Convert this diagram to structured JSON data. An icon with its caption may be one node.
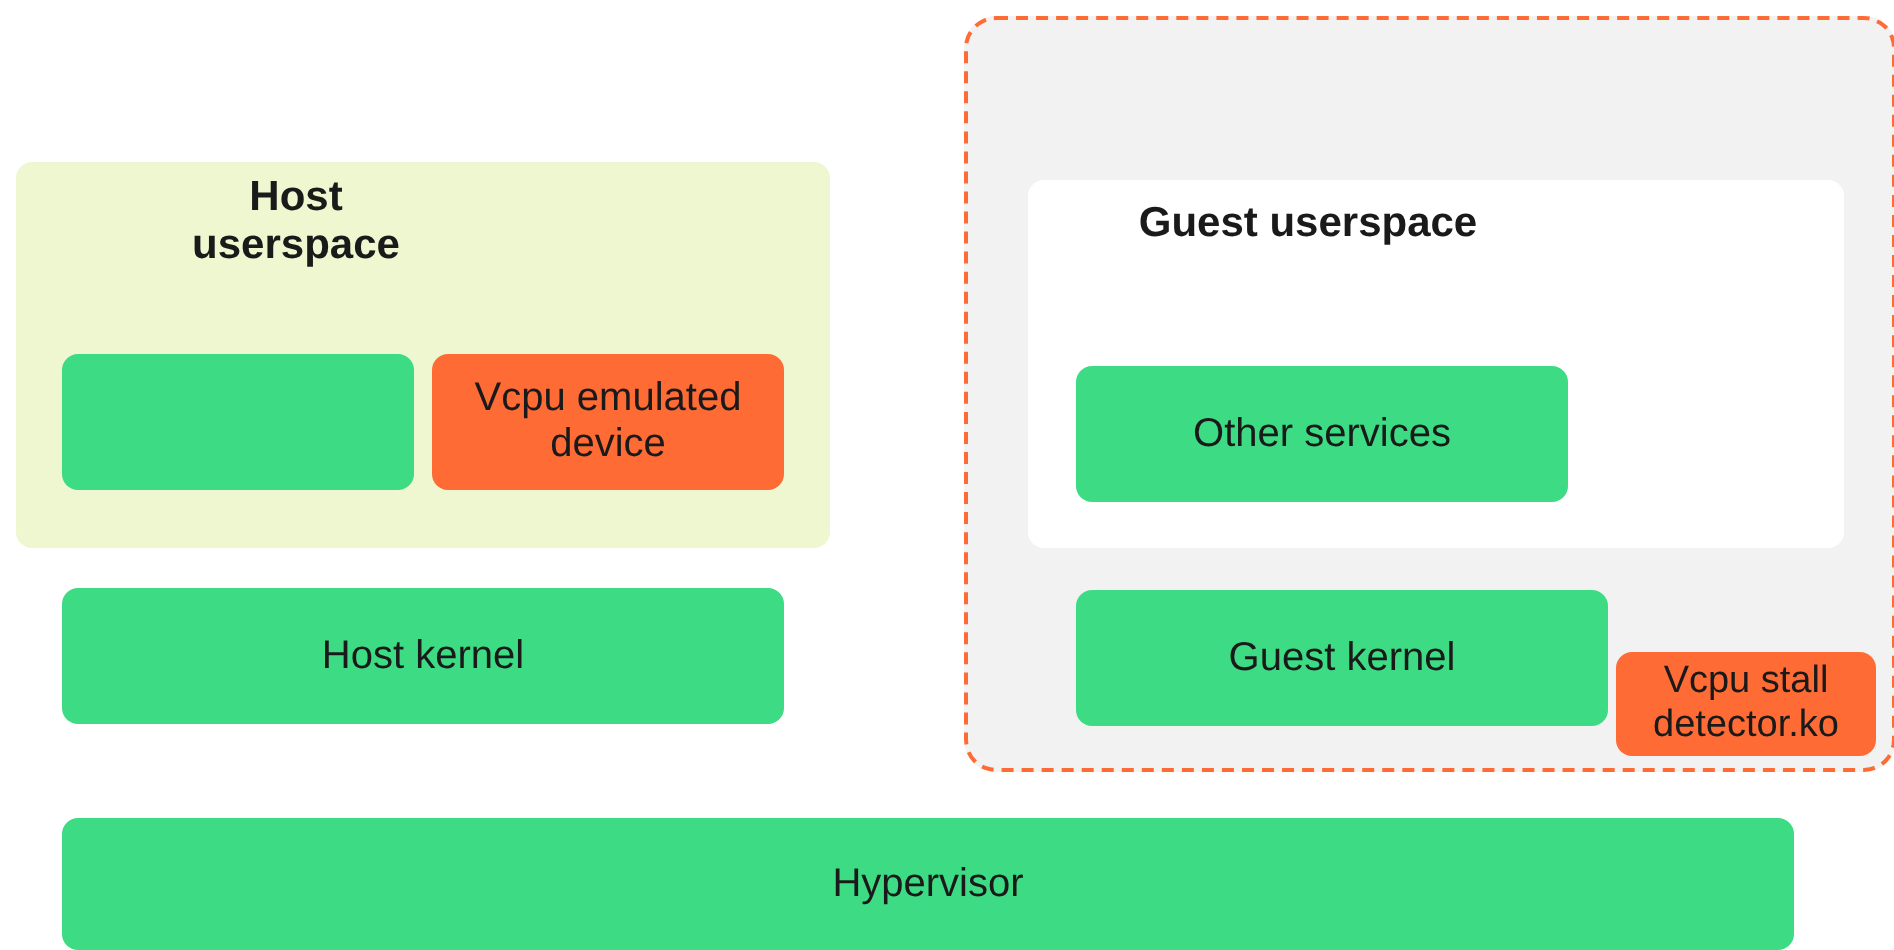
{
  "diagram": {
    "nodes": [
      {
        "text": [
          "Host userspace"
        ]
      },
      {
        "text": [],
        "shape": "box",
        "in": 0
      },
      {
        "text": [
          "Vcpu emulated device"
        ],
        "in": 0
      },
      {
        "text": [
          "Host kernel"
        ]
      },
      {
        "text": [],
        "shape": "box"
      },
      {
        "text": [
          "Guest userspace"
        ],
        "in": 4
      },
      {
        "text": [
          "Other services"
        ],
        "in": 5
      },
      {
        "text": [
          "Guest kernel"
        ],
        "in": 4
      },
      {
        "text": [
          "Vcpu stall detector.ko"
        ],
        "in": 4
      },
      {
        "text": [
          "Hypervisor"
        ]
      }
    ],
    "edges": []
  }
}
